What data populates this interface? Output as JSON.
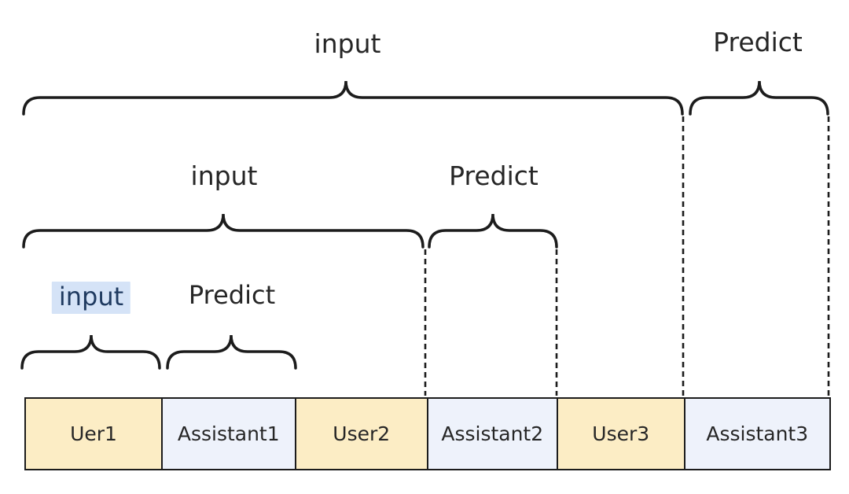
{
  "annotations": {
    "level3": {
      "input": "input",
      "predict": "Predict"
    },
    "level2": {
      "input": "input",
      "predict": "Predict"
    },
    "level1": {
      "input": "input",
      "predict": "Predict"
    }
  },
  "sequence": {
    "boxes": [
      {
        "label": "Uer1",
        "role": "user",
        "color": "#fcedc5"
      },
      {
        "label": "Assistant1",
        "role": "assistant",
        "color": "#eef2fb"
      },
      {
        "label": "User2",
        "role": "user",
        "color": "#fcedc5"
      },
      {
        "label": "Assistant2",
        "role": "assistant",
        "color": "#eef2fb"
      },
      {
        "label": "User3",
        "role": "user",
        "color": "#fcedc5"
      },
      {
        "label": "Assistant3",
        "role": "assistant",
        "color": "#eef2fb"
      }
    ]
  },
  "colors": {
    "background": "#ffffff",
    "stroke": "#1c1c1c",
    "text": "#262626",
    "highlight_bg": "#d5e3f7",
    "highlight_text": "#1f3a60",
    "user_box": "#fcedc5",
    "assistant_box": "#eef2fb"
  }
}
